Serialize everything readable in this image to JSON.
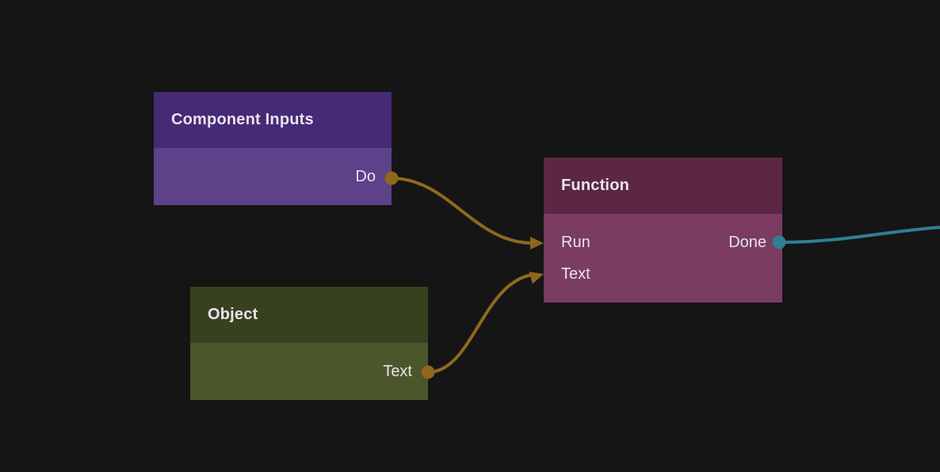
{
  "colors": {
    "background": "#151515",
    "node_text": "#e9e3f0",
    "wire_gold": "#8e691e",
    "port_gold": "#8d681c",
    "wire_teal": "#2f7f96",
    "component_inputs_header": "#462a75",
    "component_inputs_body": "#5d4189",
    "function_header": "#5c2745",
    "function_body": "#7a3c61",
    "object_header": "#37411f",
    "object_body": "#4c562b"
  },
  "nodes": {
    "component_inputs": {
      "title": "Component Inputs",
      "outputs": [
        {
          "label": "Do"
        }
      ]
    },
    "object": {
      "title": "Object",
      "outputs": [
        {
          "label": "Text"
        }
      ]
    },
    "function": {
      "title": "Function",
      "inputs": [
        {
          "label": "Run"
        },
        {
          "label": "Text"
        }
      ],
      "outputs": [
        {
          "label": "Done"
        }
      ]
    }
  },
  "wires": [
    {
      "from": "Component Inputs / Do",
      "to": "Function / Run",
      "color": "#8e691e"
    },
    {
      "from": "Object / Text",
      "to": "Function / Text",
      "color": "#8e691e"
    },
    {
      "from": "Function / Done",
      "to": "offscreen-right",
      "color": "#2f7f96"
    }
  ]
}
